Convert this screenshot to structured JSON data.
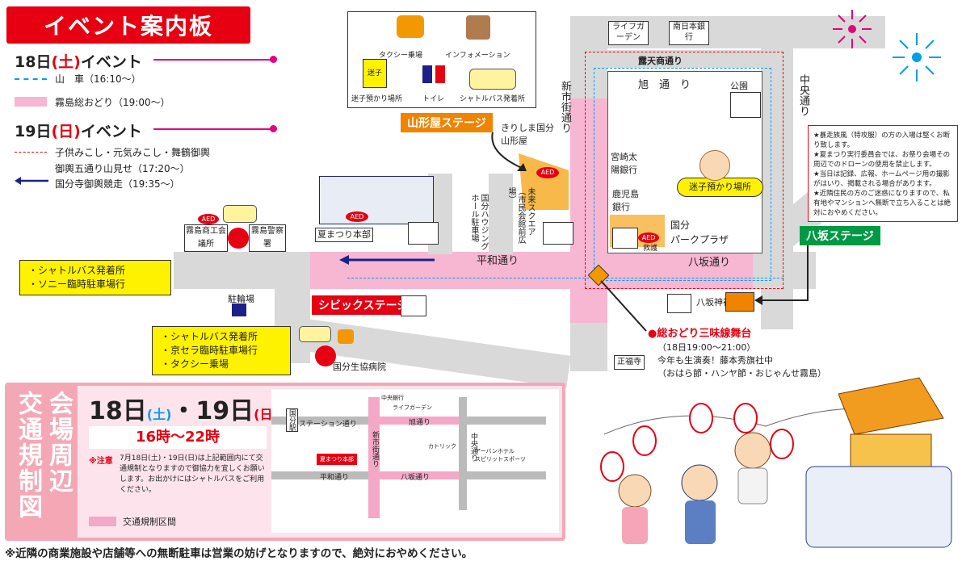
{
  "header": {
    "title": "イベント案内板"
  },
  "day18": {
    "date": "18日",
    "dow": "(土)",
    "suffix": "イベント",
    "items": [
      {
        "style": "dashed-blue",
        "label": "山　車（16:10〜）"
      },
      {
        "style": "pink-band",
        "label": "霧島総おどり（19:00〜）"
      }
    ]
  },
  "day19": {
    "date": "19日",
    "dow": "(日)",
    "suffix": "イベント",
    "items": [
      {
        "style": "dashed-red",
        "label": "子供みこし・元気みこし・舞鶴御輿"
      },
      {
        "style": "none",
        "label": "御輿五通り山見せ（17:20〜）"
      },
      {
        "style": "arrow-navy",
        "label": "国分寺御輿競走（19:35〜）"
      }
    ]
  },
  "facility_legend": {
    "taxi": "タクシー乗場",
    "info": "インフォメーション",
    "childcare": "迷子預かり場所",
    "toilet": "トイレ",
    "shuttle": "シャトルバス発着所",
    "child_badge": "迷子"
  },
  "map": {
    "roads": {
      "roten": "露天商通り",
      "asahi": "旭　通　り",
      "shinichi": "新市街通り",
      "chuo": "中央通り",
      "heiwa": "平和通り",
      "yasaka": "八坂通り"
    },
    "places": {
      "life_garden": "ライフガーデン",
      "minaminippon": "南日本銀行",
      "park": "公園",
      "yamagataya": "きりしま国分山形屋",
      "miyazaki": "宮崎太陽銀行",
      "kagoshima": "鹿児島銀行",
      "park_plaza_a": "国分",
      "park_plaza_b": "パークプラザ",
      "kyugo": "救護",
      "mirai": "未来スクエア（市民会館前広場）",
      "housing": "国分ハウジングホール駐車場",
      "honbu": "夏まつり本部",
      "shoko": "霧島商工会議所",
      "police": "霧島警察署",
      "bike": "駐輪場",
      "yasaka_shrine": "八坂神社",
      "hospital": "国分生協病院",
      "shofukuji": "正福寺",
      "aed": "AED",
      "childcare_sign": "迷子預かり場所"
    },
    "stages": {
      "yamagataya": "山形屋ステージ",
      "yasaka": "八坂ステージ",
      "civic": "シビックステージ"
    },
    "sousou": {
      "name": "●総おどり三味線舞台",
      "time": "（18日19:00〜21:00）",
      "line1": "今年も生演奏！藤本秀旗社中",
      "line2": "（おはら節・ハンヤ節・おじゃんせ霧島）"
    },
    "callout1": [
      "・シャトルバス発着所",
      "・ソニー臨時駐車場行"
    ],
    "callout2": [
      "・シャトルバス発着所",
      "・京セラ臨時駐車場行",
      "・タクシー乗場"
    ]
  },
  "rules": [
    "★暴走族風（特攻服）の方の入場は堅くお断り致します。",
    "★夏まつり実行委員会では、お祭り会場その周辺でのドローンの使用を禁止します。",
    "★当日は記録、広報、ホームページ用の撮影がはいり、掲載される場合があります。",
    "★近隣住民の方のご迷惑になりますので、私有地やマンションへ無断で立ち入ることは絶対におやめください。"
  ],
  "traffic": {
    "vertical_title_a": "会場周辺",
    "vertical_title_b": "交通規制図",
    "date_a": "18日",
    "dow_a": "(土)",
    "sep": "・",
    "date_b": "19日",
    "dow_b": "(日)",
    "hours": "16時〜22時",
    "note_label": "※注意",
    "note": "7月18日(土)・19日(日)は上記範囲内にて交通規制となりますので御協力を宜しくお願いします。お出かけにはシャトルバスをご利用ください。",
    "legend": "交通規制区間",
    "mini": {
      "station": "ステーション通り",
      "asahi": "旭通り",
      "heiwa": "平和通り",
      "yasaka": "八坂通り",
      "shinichi": "新市街通り",
      "chuo": "中央通り",
      "kokubu_st": "国分駅",
      "life": "ライフガーデン",
      "chuo_biru": "中央銀行",
      "catholic": "カトリック",
      "urban": "アーバンホテル",
      "sports": "スピリットスポーツ",
      "honbu": "夏まつり本部"
    }
  },
  "footer": {
    "notice": "※近隣の商業施設や店舗等への無断駐車は営業の妨げとなりますので、絶対におやめください。"
  },
  "colors": {
    "red": "#e60012",
    "pink": "#f7b6d2",
    "orange": "#f08300",
    "green": "#009944",
    "yellow": "#fff200",
    "navy": "#1d2088"
  }
}
